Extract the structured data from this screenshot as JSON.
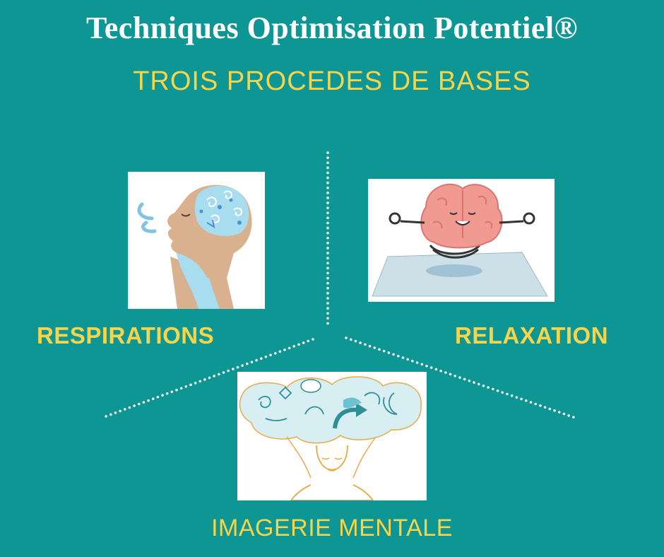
{
  "header": {
    "title": "Techniques Optimisation Potentiel®",
    "subtitle": "TROIS PROCEDES DE BASES"
  },
  "sections": {
    "respiration": {
      "label": "RESPIRATIONS"
    },
    "relaxation": {
      "label": "RELAXATION"
    },
    "imagerie": {
      "label": "IMAGERIE MENTALE"
    }
  },
  "colors": {
    "background": "#0e9694",
    "title": "#ffffff",
    "accent_yellow": "#f7d54a"
  }
}
